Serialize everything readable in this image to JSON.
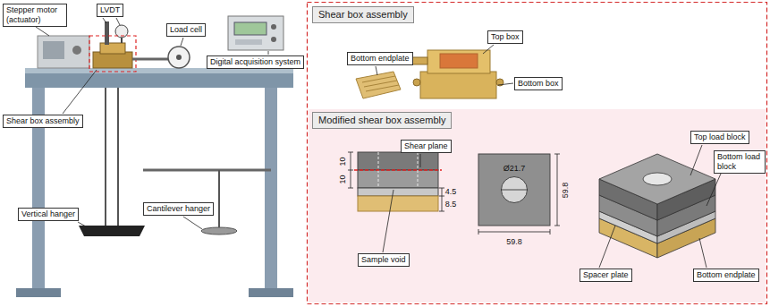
{
  "diagram": {
    "nodes": [
      {
        "text": [
          "Stepper motor (actuator)"
        ]
      },
      {
        "text": [
          "LVDT"
        ]
      },
      {
        "text": [
          "Load cell"
        ]
      },
      {
        "text": [
          "Digital acquisition system"
        ]
      },
      {
        "text": [
          "Shear box assembly"
        ]
      },
      {
        "text": [
          "Vertical hanger"
        ]
      },
      {
        "text": [
          "Cantilever hanger"
        ]
      },
      {
        "text": [
          "Shear box assembly"
        ]
      },
      {
        "text": [
          "Bottom endplate"
        ],
        "in": 7
      },
      {
        "text": [
          "Top box"
        ],
        "in": 7
      },
      {
        "text": [
          "Bottom box"
        ],
        "in": 7
      },
      {
        "text": [
          "Modified shear box assembly"
        ]
      },
      {
        "text": [
          "Shear plane"
        ],
        "in": 11
      },
      {
        "text": [
          "Sample void"
        ],
        "in": 11
      },
      {
        "text": [
          "Top load block"
        ],
        "in": 11
      },
      {
        "text": [
          "Bottom load block"
        ],
        "in": 11
      },
      {
        "text": [
          "Spacer plate"
        ],
        "in": 11
      },
      {
        "text": [
          "Bottom endplate"
        ],
        "in": 11
      }
    ],
    "labels": [
      "10",
      "10",
      "4.5",
      "8.5",
      "Ø21.7",
      "59.8",
      "59.8"
    ]
  }
}
